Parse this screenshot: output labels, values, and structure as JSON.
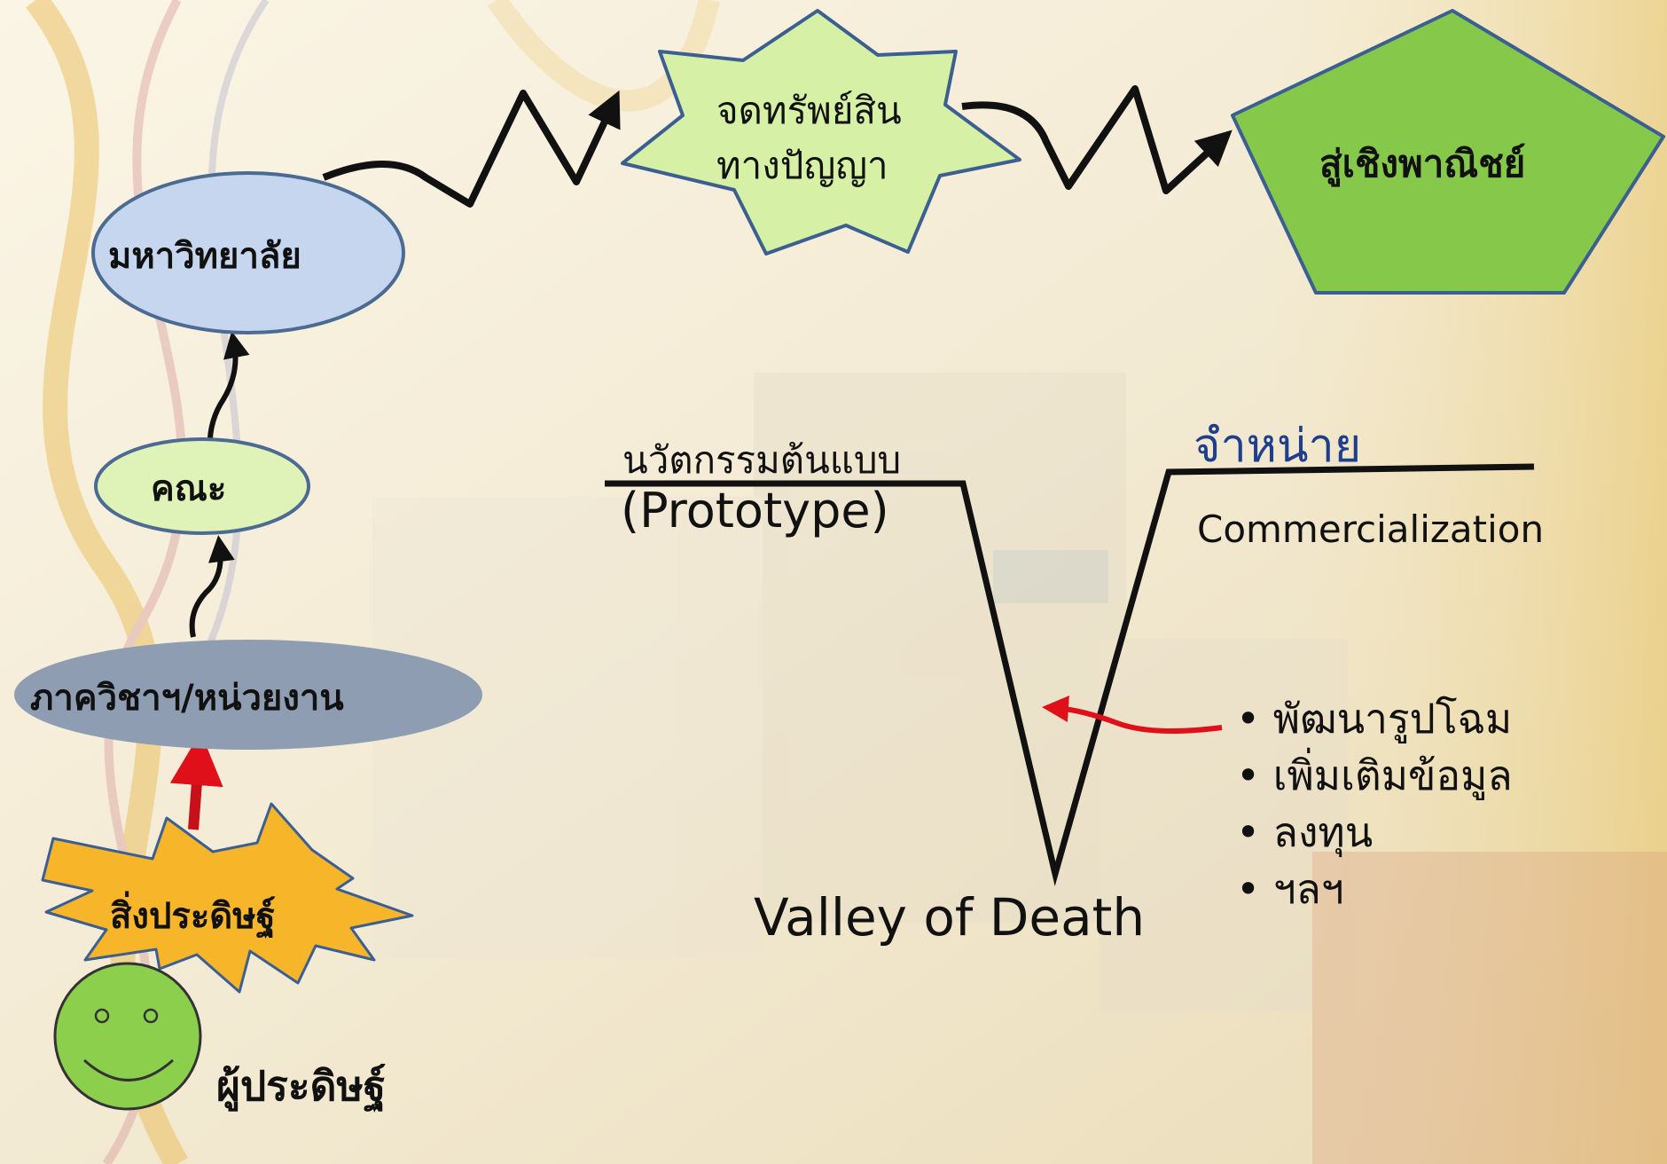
{
  "nodes": {
    "university": "มหาวิทยาลัย",
    "faculty": "คณะ",
    "department": "ภาควิชาฯ/หน่วยงาน",
    "invention": "สิ่งประดิษฐ์",
    "inventor": "ผู้ประดิษฐ์",
    "ip_registration_line1": "จดทรัพย์สิน",
    "ip_registration_line2": "ทางปัญญา",
    "commercial": "สู่เชิงพาณิชย์"
  },
  "valley": {
    "prototype_thai": "นวัตกรรมต้นแบบ",
    "prototype_en": "(Prototype)",
    "distribution_thai": "จำหน่าย",
    "commercialization": "Commercialization",
    "valley_label": "Valley of Death",
    "support_items": [
      "พัฒนารูปโฉม",
      "เพิ่มเติมข้อมูล",
      "ลงทุน",
      "ฯลฯ"
    ]
  },
  "colors": {
    "university_fill": "#c5d6ee",
    "faculty_fill": "#dff2b8",
    "department_fill": "#8e9db1",
    "invention_fill": "#f7b52a",
    "inventor_face": "#8ccf4c",
    "ip_star_fill": "#d6f0a6",
    "commercial_fill": "#86c94a",
    "distribution_text": "#1f3f8c",
    "red_arrow": "#e0101a",
    "dark_red_arrow": "#c8101a"
  }
}
